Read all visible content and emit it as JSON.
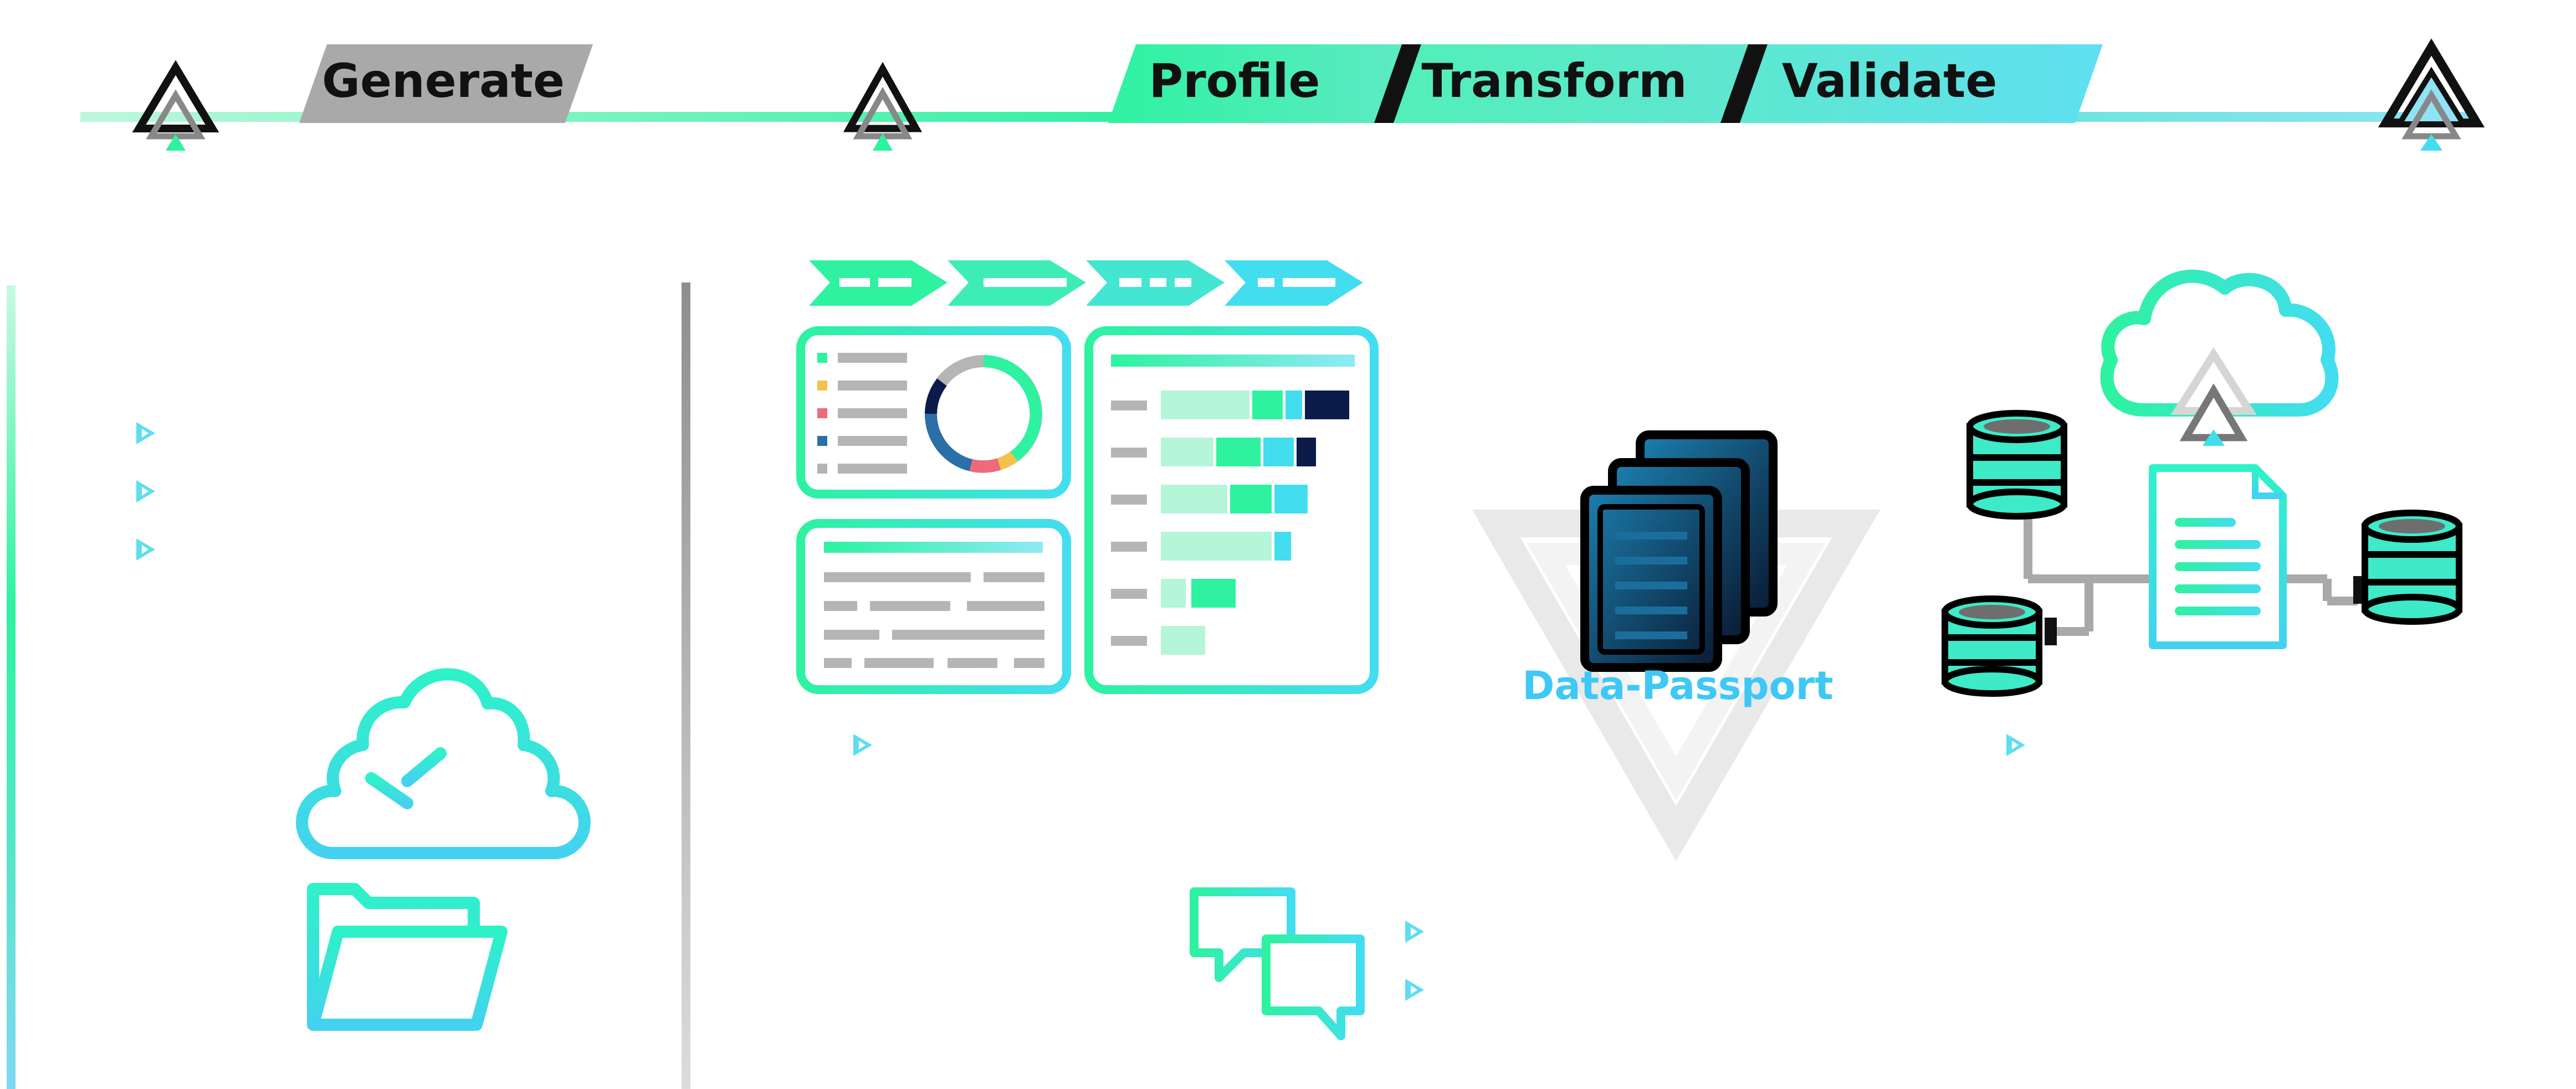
{
  "stages": [
    {
      "label": "Generate"
    },
    {
      "label": "Profile"
    },
    {
      "label": "Transform"
    },
    {
      "label": "Validate"
    }
  ],
  "data_passport": {
    "label": "Data-Passport"
  },
  "colors": {
    "green": "#2EF2A0",
    "cyan": "#43DDF0",
    "gray": "#A7A7A7",
    "navy": "#0B1B4A",
    "passport_text": "#3FC8F5",
    "bullet_cyan": "#5FDDF0"
  },
  "icons": {
    "milestones": [
      "triangle-marker-icon",
      "triangle-marker-icon",
      "triangle-marker-icon"
    ],
    "generate": "tree-folder-icon",
    "profile": "dashboard-icon",
    "transform": "document-stack-icon",
    "validate": "cloud-database-icon",
    "chat": "chat-bubbles-icon",
    "bullet": "play-bullet-icon"
  }
}
